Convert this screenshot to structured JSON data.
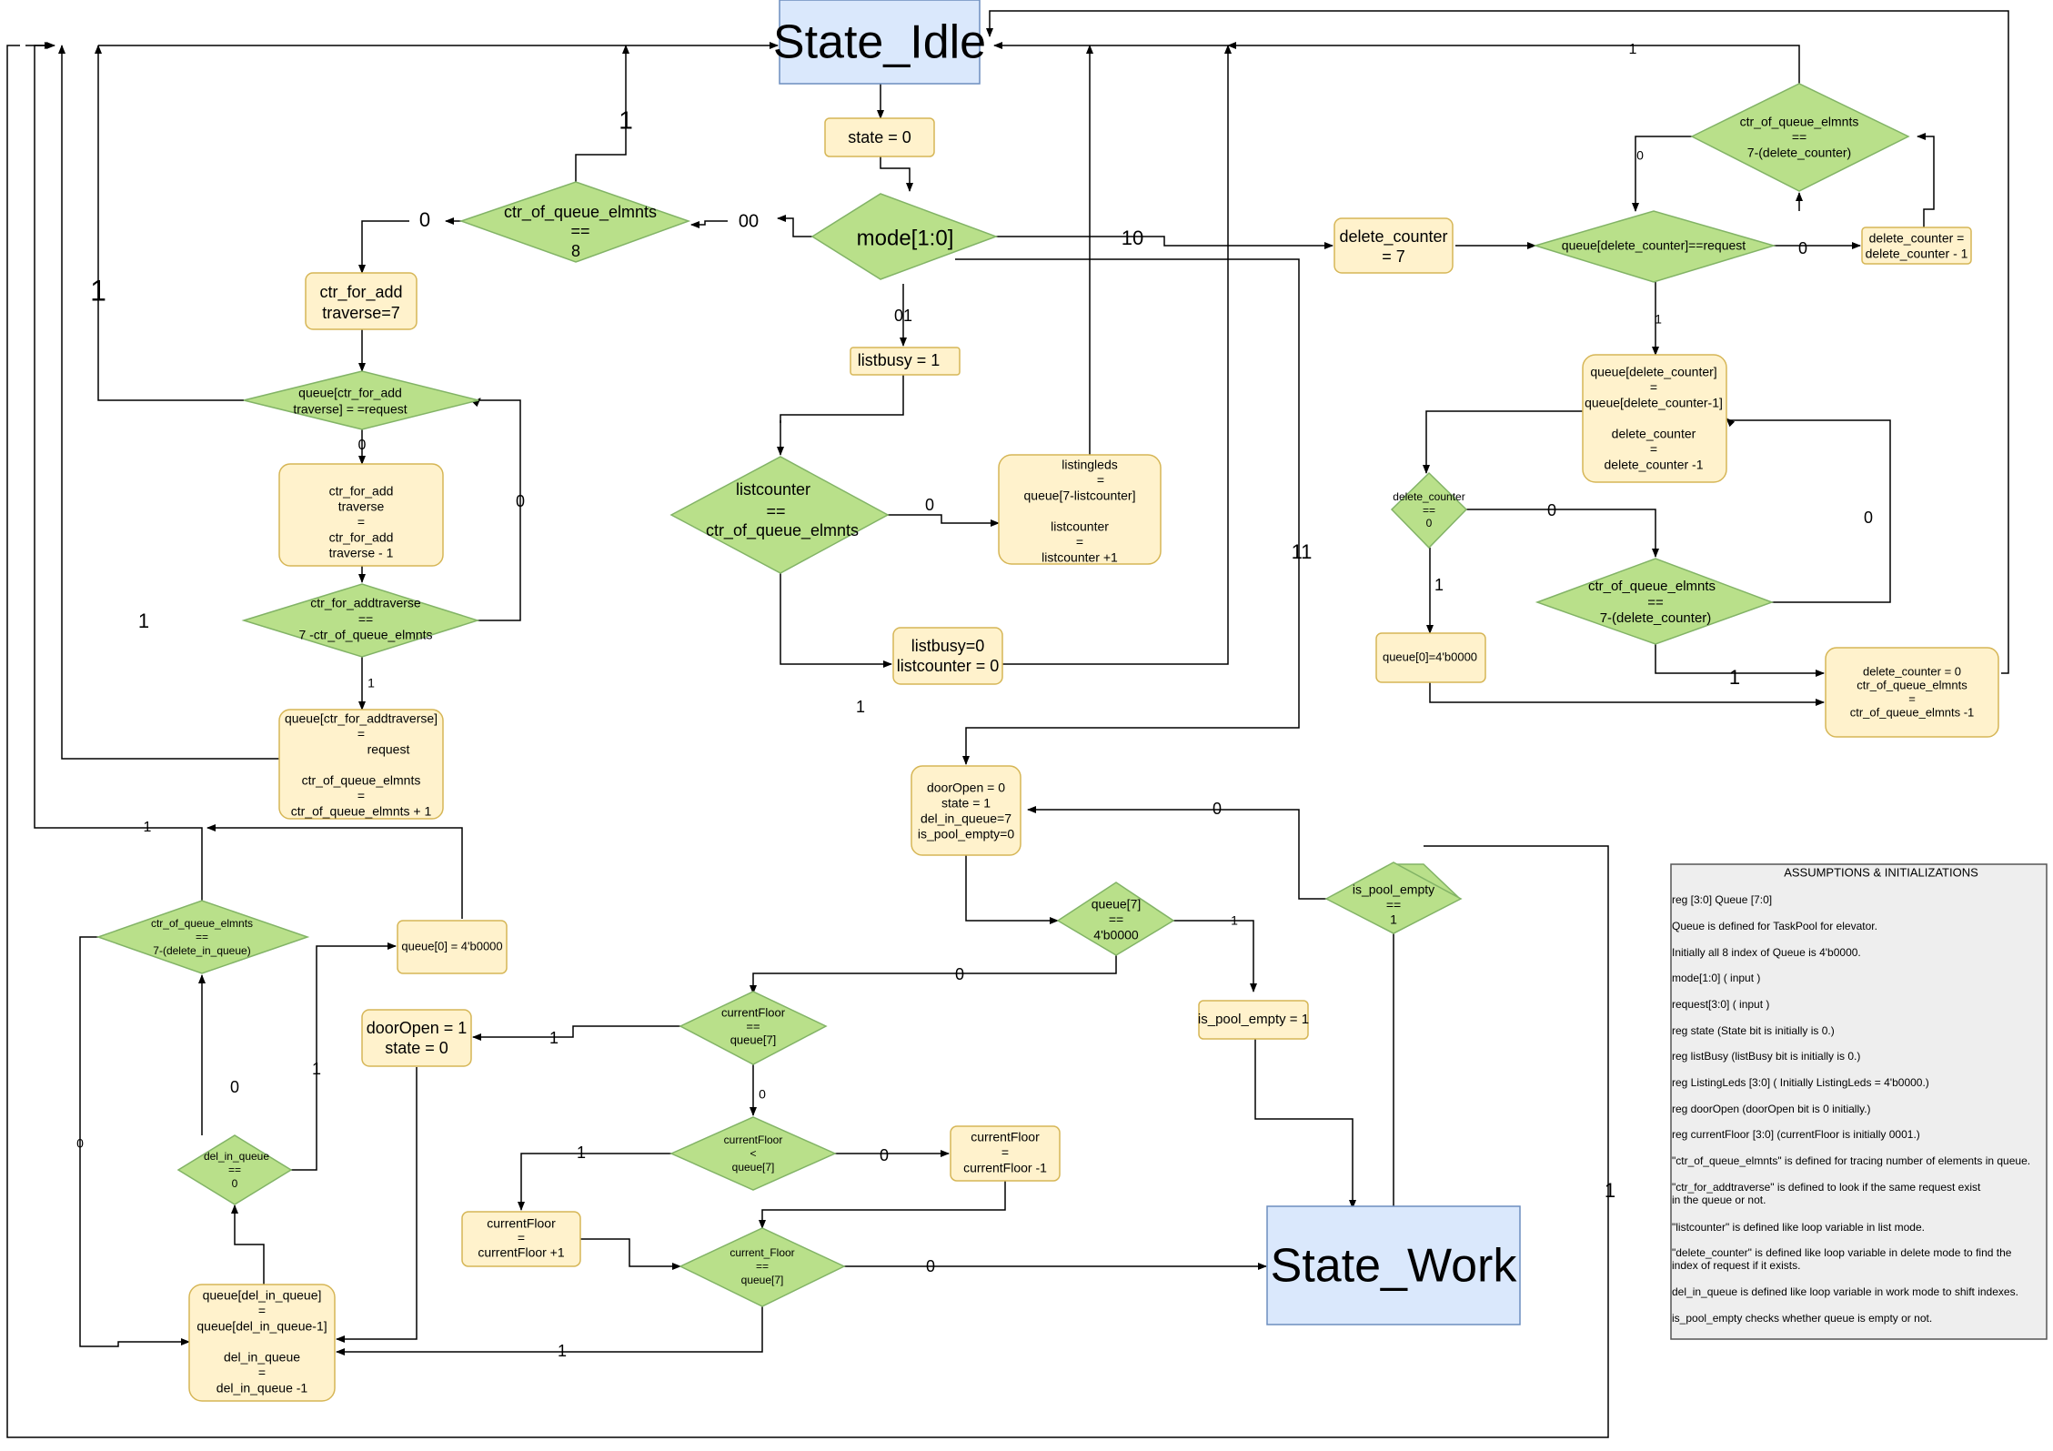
{
  "states": {
    "idle": "State_Idle",
    "work": "State_Work"
  },
  "nodes": {
    "state0": "state = 0",
    "mode": "mode[1:0]",
    "ctr_queue_eq8": [
      "ctr_of_queue_elmnts",
      "==",
      "8"
    ],
    "ctr_for_add": [
      "ctr_for_add",
      "traverse=7"
    ],
    "queue_ctr_eq_req": [
      "queue[ctr_for_add",
      "traverse] = =request"
    ],
    "ctr_for_add_dec": [
      "ctr_for_add",
      "traverse",
      "=",
      "ctr_for_add",
      "traverse - 1"
    ],
    "ctr_for_add_cmp": [
      "ctr_for_addtraverse",
      "==",
      "7 -ctr_of_queue_elmnts"
    ],
    "queue_assign_req": [
      "queue[ctr_for_addtraverse]",
      "=",
      "request",
      "",
      "ctr_of_queue_elmnts",
      "=",
      "ctr_of_queue_elmnts + 1"
    ],
    "listbusy1": "listbusy = 1",
    "listcounter_cmp": [
      "listcounter",
      "==",
      "ctr_of_queue_elmnts"
    ],
    "listingleds": [
      "listingleds",
      "=",
      "queue[7-listcounter]",
      "",
      "listcounter",
      "=",
      "listcounter +1"
    ],
    "listbusy0": [
      "listbusy=0",
      "listcounter = 0"
    ],
    "delete_counter7": [
      "delete_counter",
      "= 7"
    ],
    "queue_del_eq_req": "queue[delete_counter]==request",
    "delete_counter_dec": [
      "delete_counter =",
      "delete_counter - 1"
    ],
    "ctr_queue_eq_7del_top": [
      "ctr_of_queue_elmnts",
      "==",
      "7-(delete_counter)"
    ],
    "queue_shift_del": [
      "queue[delete_counter]",
      "=",
      "queue[delete_counter-1]",
      "",
      "delete_counter",
      "=",
      "delete_counter -1"
    ],
    "delete_counter_eq0": [
      "delete_counter",
      "==",
      "0"
    ],
    "ctr_queue_eq_7del_mid": [
      "ctr_of_queue_elmnts",
      "==",
      "7-(delete_counter)"
    ],
    "queue0_zero_right": "queue[0]=4'b0000",
    "delete_reset": [
      "delete_counter = 0",
      "ctr_of_queue_elmnts",
      "=",
      "ctr_of_queue_elmnts -1"
    ],
    "dooropen_init": [
      "doorOpen = 0",
      "state = 1",
      "del_in_queue=7",
      "is_pool_empty=0"
    ],
    "queue7_zero": [
      "queue[7]",
      "==",
      "4'b0000"
    ],
    "is_pool_empty_cmp": [
      "is_pool_empty",
      "==",
      "1"
    ],
    "is_pool_empty_set": "is_pool_empty = 1",
    "ctr_queue_eq_7delq": [
      "ctr_of_queue_elmnts",
      "==",
      "7-(delete_in_queue)"
    ],
    "queue0_zero_left": "queue[0] = 4'b0000",
    "door_open1": [
      "doorOpen = 1",
      "state = 0"
    ],
    "cur_eq_q7": [
      "currentFloor",
      "==",
      "queue[7]"
    ],
    "cur_lt_q7": [
      "currentFloor",
      "<",
      "queue[7]"
    ],
    "cur_dec": [
      "currentFloor",
      "=",
      "currentFloor -1"
    ],
    "cur_inc": [
      "currentFloor",
      "=",
      "currentFloor +1"
    ],
    "cur_eq_q7_2": [
      "current_Floor",
      "==",
      "queue[7]"
    ],
    "del_in_queue_eq0": [
      "del_in_queue",
      "==",
      "0"
    ],
    "queue_shift_work": [
      "queue[del_in_queue]",
      "=",
      "queue[del_in_queue-1]",
      "",
      "del_in_queue",
      "=",
      "del_in_queue -1"
    ]
  },
  "edge_labels": {
    "m00": "00",
    "m01": "01",
    "m10": "10",
    "m11": "11",
    "zero": "0",
    "one": "1"
  },
  "assumptions": {
    "title": "ASSUMPTIONS & INITIALIZATIONS",
    "lines": [
      "reg [3:0] Queue [7:0]",
      "Queue is defined for TaskPool for elevator.",
      "Initially all 8 index of Queue is 4'b0000.",
      "mode[1:0]  ( input )",
      "request[3:0] ( input )",
      "reg state   (State bit is initially is 0.)",
      "reg listBusy    (listBusy  bit is initially is 0.)",
      "reg ListingLeds [3:0]  ( Initially ListingLeds = 4'b0000.)",
      "reg doorOpen  (doorOpen bit is 0 initially.)",
      "reg currentFloor [3:0]   (currentFloor is initially 0001.)",
      "\"ctr_of_queue_elmnts\" is defined for tracing number of elements in queue.",
      "\"ctr_for_addtraverse\" is defined to look if the same request exist",
      "in the queue or not.",
      "\"listcounter\" is defined like loop variable in list mode.",
      "\"delete_counter\"   is defined like loop variable in delete mode to find the",
      "index of request if it exists.",
      "del_in_queue is defined like loop variable in work mode to shift indexes.",
      "is_pool_empty checks whether queue is empty or not."
    ]
  },
  "colors": {
    "process_fill": "#fff2cc",
    "process_stroke": "#d6b656",
    "decision_fill": "#b9e08a",
    "decision_stroke": "#82b366",
    "state_fill": "#dae8fc",
    "state_stroke": "#6c8ebf",
    "note_fill": "#eeeeee"
  }
}
